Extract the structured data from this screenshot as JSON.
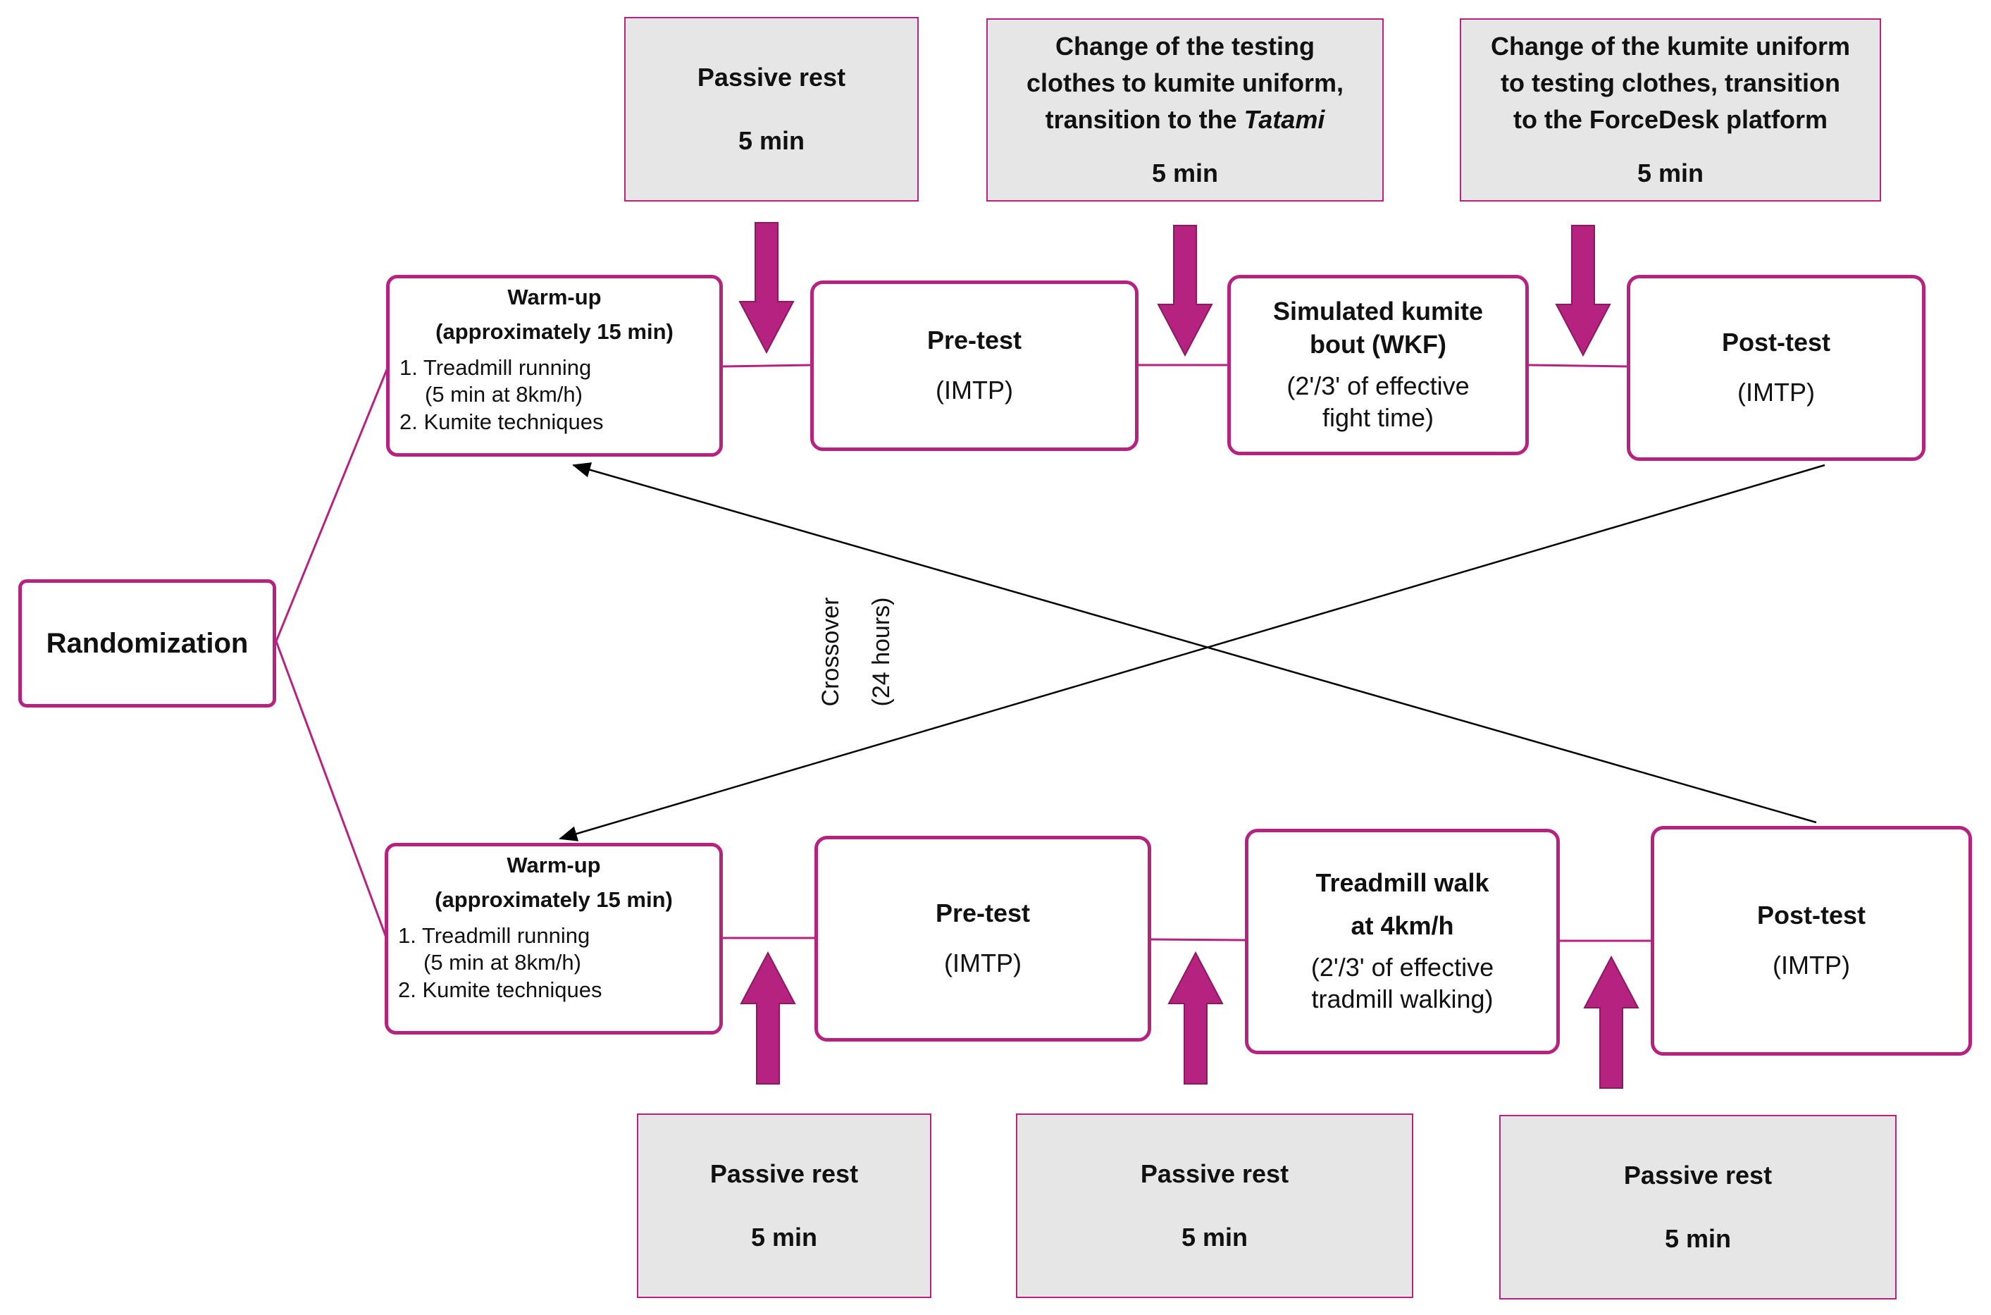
{
  "colors": {
    "accent": "#b5227f",
    "gray_box": "#e6e6e6",
    "arrow": "#b5227f"
  },
  "randomization": "Randomization",
  "crossover": {
    "line1": "Crossover",
    "line2": "(24 hours)"
  },
  "top_row": {
    "info": [
      {
        "title": "Passive rest",
        "duration": "5 min"
      },
      {
        "line1": "Change of the testing",
        "line2": "clothes to kumite uniform,",
        "line3": "transition to the ",
        "line3_italic": "Tatami",
        "duration": "5 min"
      },
      {
        "line1": "Change of the kumite uniform",
        "line2": "to testing clothes, transition",
        "line3": "to the ForceDesk platform",
        "duration": "5 min"
      }
    ],
    "warmup": {
      "title": "Warm-up",
      "subtitle": "(approximately 15 min)",
      "item1": "1. Treadmill running",
      "item1_detail": "(5 min at 8km/h)",
      "item2": "2. Kumite techniques"
    },
    "pretest": {
      "title": "Pre-test",
      "sub": "(IMTP)"
    },
    "middle": {
      "title1": "Simulated kumite",
      "title2": "bout (WKF)",
      "sub1": "(2'/3' of effective",
      "sub2": "fight time)"
    },
    "posttest": {
      "title": "Post-test",
      "sub": "(IMTP)"
    }
  },
  "bottom_row": {
    "info": [
      {
        "title": "Passive rest",
        "duration": "5 min"
      },
      {
        "title": "Passive rest",
        "duration": "5 min"
      },
      {
        "title": "Passive rest",
        "duration": "5 min"
      }
    ],
    "warmup": {
      "title": "Warm-up",
      "subtitle": "(approximately 15 min)",
      "item1": "1. Treadmill running",
      "item1_detail": "(5 min at 8km/h)",
      "item2": "2. Kumite techniques"
    },
    "pretest": {
      "title": "Pre-test",
      "sub": "(IMTP)"
    },
    "middle": {
      "title1": "Treadmill walk",
      "title2": "at 4km/h",
      "sub1": "(2'/3' of effective",
      "sub2": "tradmill walking)"
    },
    "posttest": {
      "title": "Post-test",
      "sub": "(IMTP)"
    }
  }
}
